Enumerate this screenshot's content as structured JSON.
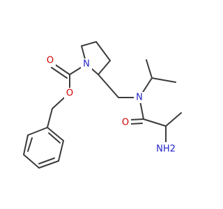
{
  "molecule": {
    "atoms": {
      "N_ring": "N",
      "O_carbonyl_carbamate": "O",
      "O_ester": "O",
      "N_amide": "N",
      "O_amide": "O",
      "NH2": "NH2"
    }
  },
  "colors": {
    "bond": "#3b3b3b",
    "nitrogen": "#2323c8",
    "oxygen": "#d00000"
  }
}
